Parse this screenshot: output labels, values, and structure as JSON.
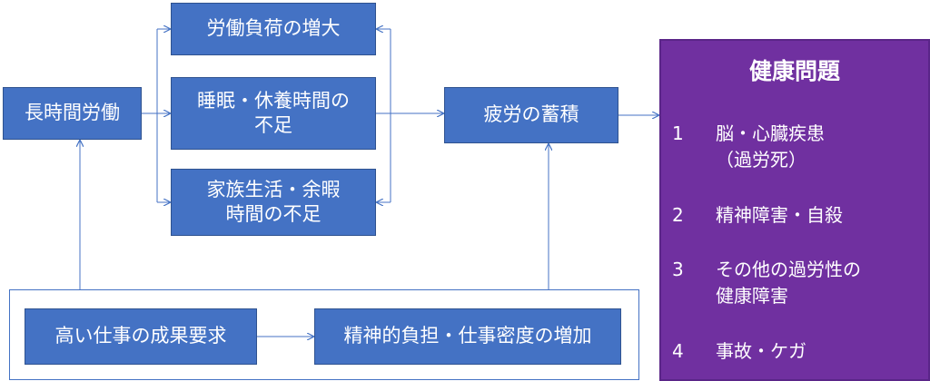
{
  "nodes": {
    "long_hours": "長時間労働",
    "workload_increase": "労働負荷の増大",
    "sleep_rest_line1": "睡眠・休養時間の",
    "sleep_rest_line2": "不足",
    "family_leisure_line1": "家族生活・余暇",
    "family_leisure_line2": "時間の不足",
    "fatigue_accumulation": "疲労の蓄積",
    "high_demand": "高い仕事の成果要求",
    "mental_burden": "精神的負担・仕事密度の増加"
  },
  "health_panel": {
    "title": "健康問題",
    "items": [
      {
        "num": "1",
        "line1": "脳・心臓疾患",
        "line2": "（過労死）"
      },
      {
        "num": "2",
        "line1": "精神障害・自殺",
        "line2": ""
      },
      {
        "num": "3",
        "line1": "その他の過労性の",
        "line2": "健康障害"
      },
      {
        "num": "4",
        "line1": "事故・ケガ",
        "line2": ""
      }
    ]
  },
  "colors": {
    "box_fill": "#4472C4",
    "panel_fill": "#7030A0",
    "connector": "#4472C4"
  }
}
